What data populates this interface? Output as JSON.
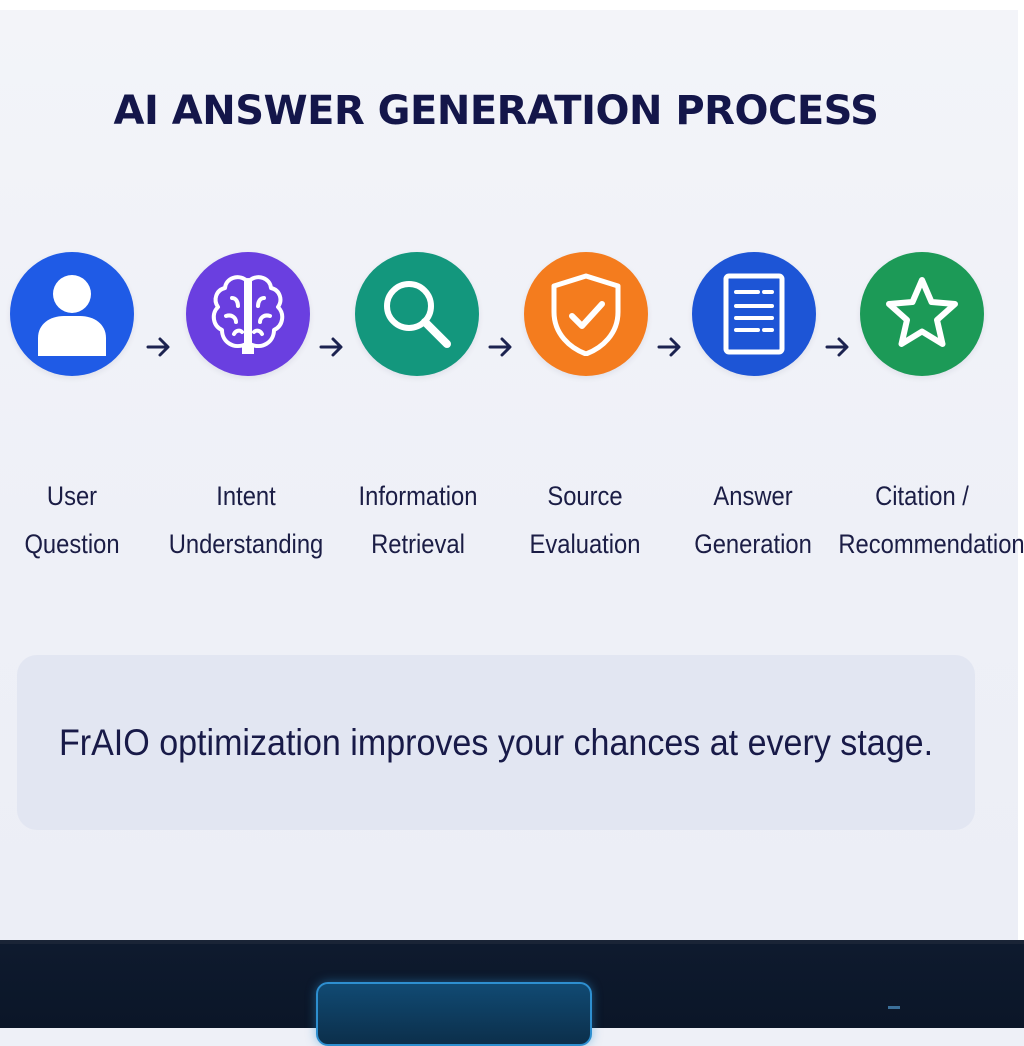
{
  "title": "AI ANSWER GENERATION PROCESS",
  "steps": [
    {
      "lines": [
        "User",
        "Question"
      ],
      "icon": "user-icon",
      "color": "#1f5be6"
    },
    {
      "lines": [
        "Intent",
        "Understanding"
      ],
      "icon": "brain-icon",
      "color": "#6a3fe0"
    },
    {
      "lines": [
        "Information",
        "Retrieval"
      ],
      "icon": "search-icon",
      "color": "#13977d"
    },
    {
      "lines": [
        "Source",
        "Evaluation"
      ],
      "icon": "shield-check-icon",
      "color": "#f47c1e"
    },
    {
      "lines": [
        "Answer",
        "Generation"
      ],
      "icon": "document-icon",
      "color": "#1d55d6"
    },
    {
      "lines": [
        "Citation /",
        "Recommendation"
      ],
      "icon": "star-icon",
      "color": "#1c9a57"
    }
  ],
  "note": "FrAIO optimization improves your chances at every stage."
}
